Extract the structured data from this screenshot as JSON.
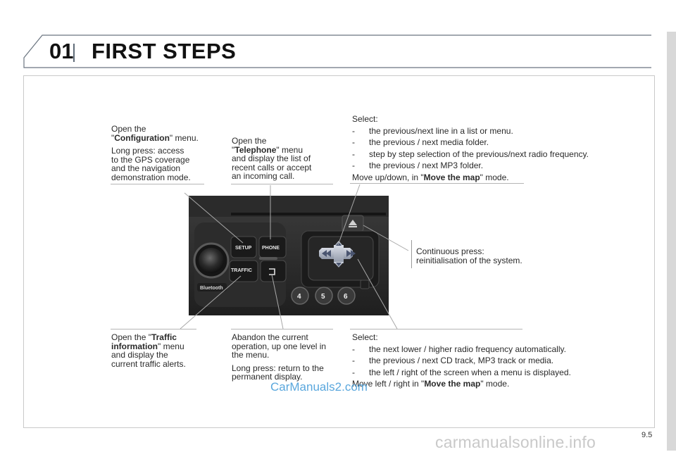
{
  "header": {
    "chapter_number": "01",
    "title": "FIRST STEPS"
  },
  "config_callout": {
    "line1": "Open the",
    "quote_open": "\"",
    "bold": "Configuration",
    "after": "\" menu.",
    "long_press": [
      "Long press: access",
      "to the GPS coverage",
      "and the navigation",
      "demonstration mode."
    ]
  },
  "telephone_callout": {
    "line1": "Open the",
    "quote_open": "\"",
    "bold": "Telephone",
    "after": "\" menu",
    "rest": [
      "and display the list of",
      "recent calls or accept",
      "an incoming call."
    ]
  },
  "select_top": {
    "heading": "Select:",
    "items": [
      "the previous/next line in a list or menu.",
      "the previous / next media folder.",
      "step by step selection of the previous/next radio frequency.",
      "the previous / next MP3 folder."
    ],
    "move_prefix": "Move up/down, in \"",
    "move_bold": "Move the map",
    "move_suffix": "\" mode."
  },
  "continuous": {
    "lines": [
      "Continuous press:",
      "reinitialisation of the system."
    ]
  },
  "traffic_callout": {
    "prefix": "Open the \"",
    "bold1": "Traffic",
    "bold2": "information",
    "after": "\" menu",
    "rest": [
      "and display the",
      "current traffic alerts."
    ]
  },
  "abandon_callout": {
    "lines": [
      "Abandon the current",
      "operation, up one level in",
      "the menu."
    ],
    "long_press": [
      "Long press: return to the",
      "permanent display."
    ]
  },
  "select_bottom": {
    "heading": "Select:",
    "items": [
      "the next lower / higher radio frequency automatically.",
      "the previous / next CD track, MP3 track or media.",
      "the left / right of the screen when a menu is displayed."
    ],
    "move_prefix": "Move left / right in \"",
    "move_bold": "Move the map",
    "move_suffix": "\" mode."
  },
  "dash": "-",
  "device": {
    "setup_label": "SETUP",
    "phone_label": "PHONE",
    "traffic_label": "TRAFFIC",
    "bluetooth_label": "Bluetooth",
    "preset_4": "4",
    "preset_5": "5",
    "preset_6": "6"
  },
  "page_number": "9.5",
  "watermark": "CarManuals2.com",
  "footer_watermark": "carmanualsonline.info"
}
